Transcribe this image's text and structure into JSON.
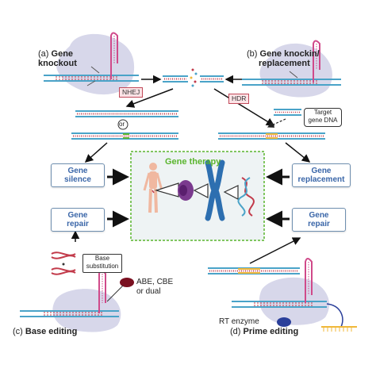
{
  "panels": {
    "a_label": "(a)",
    "a_title_1": "Gene",
    "a_title_2": "knockout",
    "b_label": "(b)",
    "b_title_1": "Gene knockin/",
    "b_title_2": "replacement",
    "c_label": "(c)",
    "c_title": "Base editing",
    "d_label": "(d)",
    "d_title": "Prime editing"
  },
  "pathways": {
    "nhej": "NHEJ",
    "hdr": "HDR",
    "or": "or",
    "target_1": "Target",
    "target_2": "gene DNA"
  },
  "boxes": {
    "gene_silence_1": "Gene",
    "gene_silence_2": "silence",
    "gene_repair_left_1": "Gene",
    "gene_repair_left_2": "repair",
    "gene_replacement_1": "Gene",
    "gene_replacement_2": "replacement",
    "gene_repair_right_1": "Gene",
    "gene_repair_right_2": "repair"
  },
  "center": {
    "title": "Gene therapy"
  },
  "base_editing": {
    "substitution_1": "Base",
    "substitution_2": "substitution",
    "editors_1": "ABE, CBE",
    "editors_2": "or dual"
  },
  "prime_editing": {
    "rt_enzyme": "RT enzyme"
  },
  "colors": {
    "dna_blue": "#4aa3c8",
    "dna_red": "#c23a4a",
    "cas_body": "#d7d7ea",
    "guide_pink": "#d04a8a",
    "therapy_green": "#5ab52e",
    "therapy_bg": "#eef3f4",
    "box_text": "#3a66a8",
    "rt_enzyme": "#2a3f9a",
    "deaminase": "#7a1020",
    "edit_yellow": "#f0b83a",
    "chromosome": "#2d6fb0",
    "cell_purple": "#7a3a8e"
  }
}
